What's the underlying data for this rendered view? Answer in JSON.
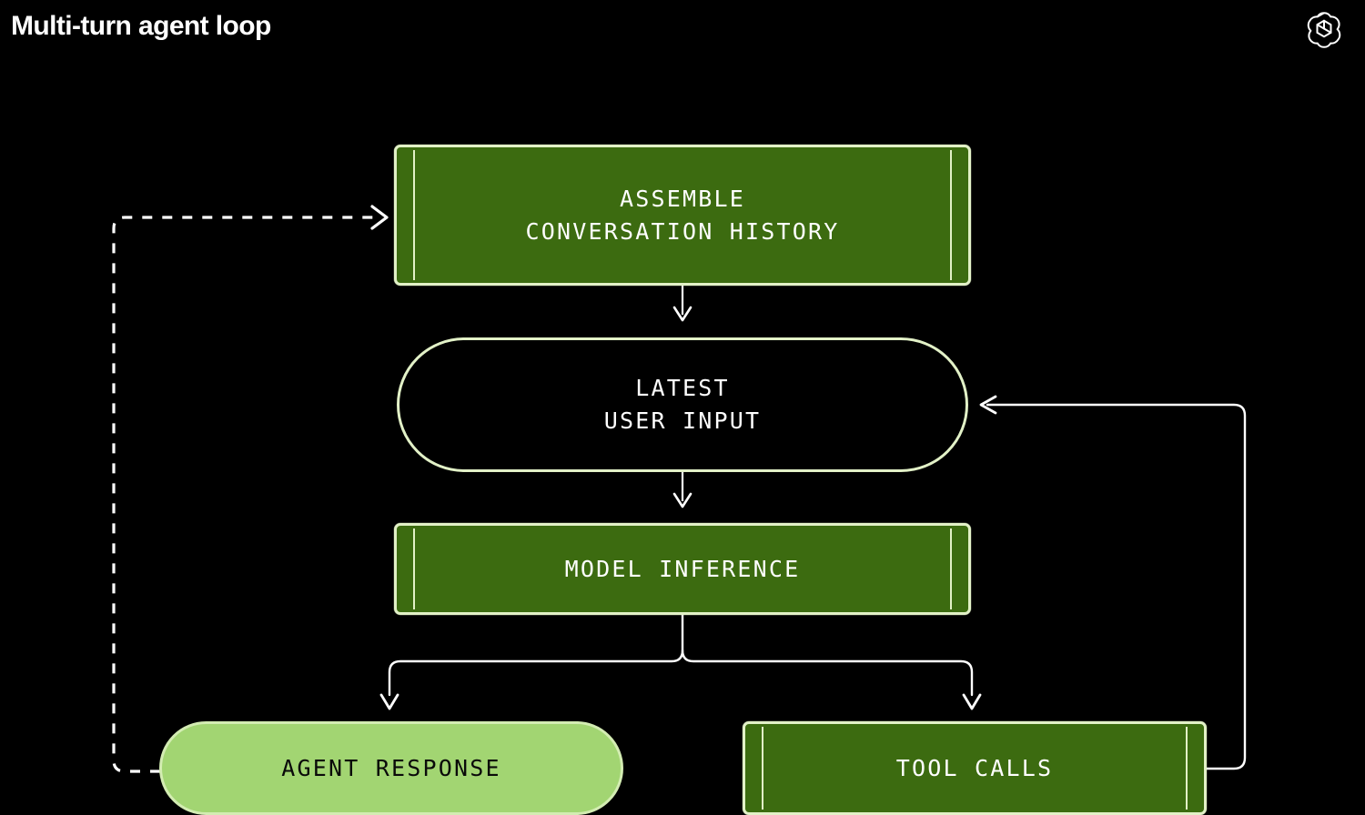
{
  "header": {
    "title": "Multi-turn agent loop",
    "logo_name": "openai-logo"
  },
  "theme": {
    "background": "#000000",
    "node_fill_dark_green": "#3c6b10",
    "node_fill_light_green": "#a2d572",
    "node_border": "#e2f1c7",
    "text_on_dark": "#ffffff",
    "text_on_light": "#0a0a0a",
    "connector_color": "#ffffff"
  },
  "chart_data": {
    "type": "diagram",
    "title": "Multi-turn agent loop",
    "nodes": [
      {
        "id": "assemble",
        "label": "ASSEMBLE\nCONVERSATION HISTORY",
        "shape": "rect",
        "style": "filled-dark-green"
      },
      {
        "id": "latest_input",
        "label": "LATEST\nUSER INPUT",
        "shape": "pill",
        "style": "outline"
      },
      {
        "id": "model_inference",
        "label": "MODEL INFERENCE",
        "shape": "rect",
        "style": "filled-dark-green"
      },
      {
        "id": "agent_response",
        "label": "AGENT RESPONSE",
        "shape": "pill",
        "style": "filled-light-green"
      },
      {
        "id": "tool_calls",
        "label": "TOOL CALLS",
        "shape": "rect",
        "style": "filled-dark-green"
      }
    ],
    "edges": [
      {
        "from": "assemble",
        "to": "latest_input",
        "style": "solid",
        "direction": "down"
      },
      {
        "from": "latest_input",
        "to": "model_inference",
        "style": "solid",
        "direction": "down"
      },
      {
        "from": "model_inference",
        "to": "agent_response",
        "style": "solid",
        "direction": "down-left"
      },
      {
        "from": "model_inference",
        "to": "tool_calls",
        "style": "solid",
        "direction": "down-right"
      },
      {
        "from": "tool_calls",
        "to": "latest_input",
        "style": "solid",
        "direction": "right-up-left"
      },
      {
        "from": "agent_response",
        "to": "assemble",
        "style": "dashed",
        "direction": "left-up-right"
      }
    ]
  },
  "nodes": {
    "assemble": {
      "label": "ASSEMBLE\nCONVERSATION HISTORY"
    },
    "latest_input": {
      "label": "LATEST\nUSER INPUT"
    },
    "model_inference": {
      "label": "MODEL INFERENCE"
    },
    "agent_response": {
      "label": "AGENT RESPONSE"
    },
    "tool_calls": {
      "label": "TOOL CALLS"
    }
  }
}
